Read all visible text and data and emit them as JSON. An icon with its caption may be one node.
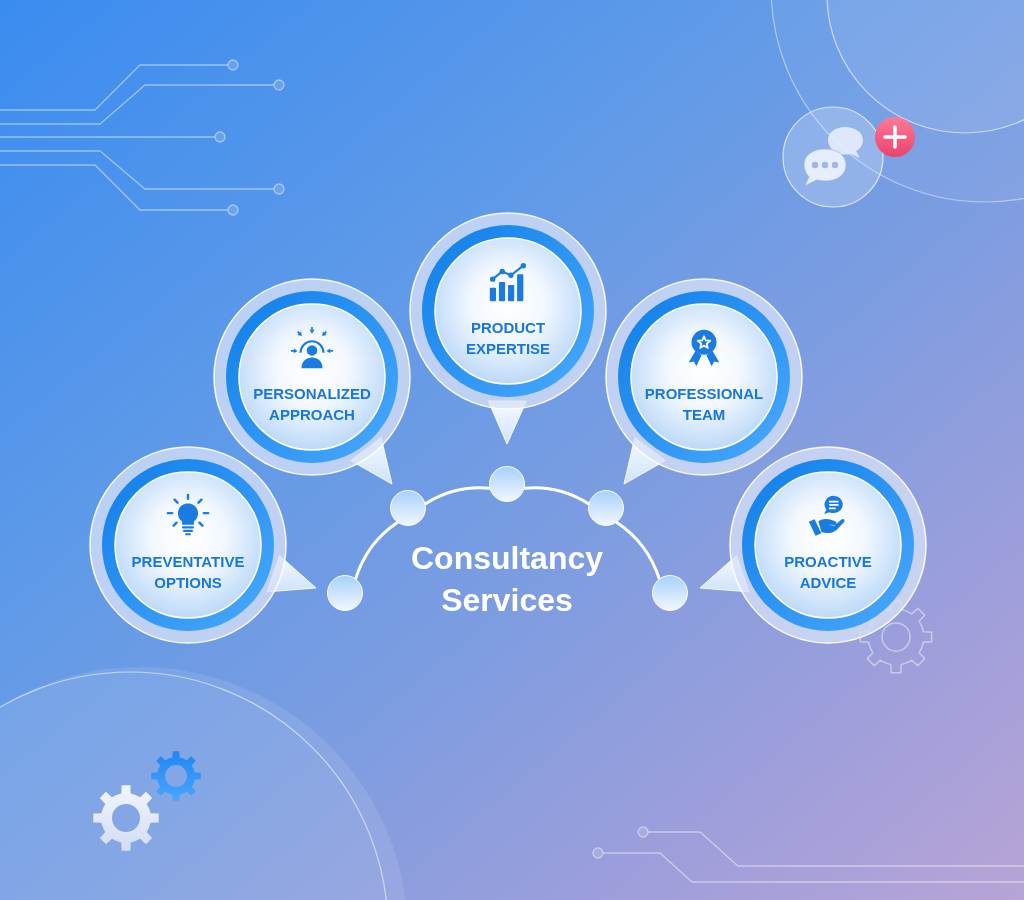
{
  "diagram": {
    "title": "Consultancy Services",
    "nodes": [
      {
        "text": [
          "PREVENTATIVE OPTIONS"
        ]
      },
      {
        "text": [
          "PERSONALIZED APPROACH"
        ]
      },
      {
        "text": [
          "PRODUCT EXPERTISE"
        ]
      },
      {
        "text": [
          "PROFESSIONAL TEAM"
        ]
      },
      {
        "text": [
          "PROACTIVE ADVICE"
        ]
      },
      {
        "text": [],
        "shape": "circle"
      },
      {
        "text": [],
        "shape": "circle"
      },
      {
        "text": [],
        "shape": "circle"
      },
      {
        "text": [],
        "shape": "circle"
      },
      {
        "text": [],
        "shape": "circle"
      }
    ],
    "edges": [
      {
        "from": 5,
        "to": 6,
        "arrow": "none"
      },
      {
        "from": 6,
        "to": 7,
        "arrow": "none"
      },
      {
        "from": 7,
        "to": 8,
        "arrow": "none"
      },
      {
        "from": 8,
        "to": 9,
        "arrow": "none"
      }
    ]
  }
}
